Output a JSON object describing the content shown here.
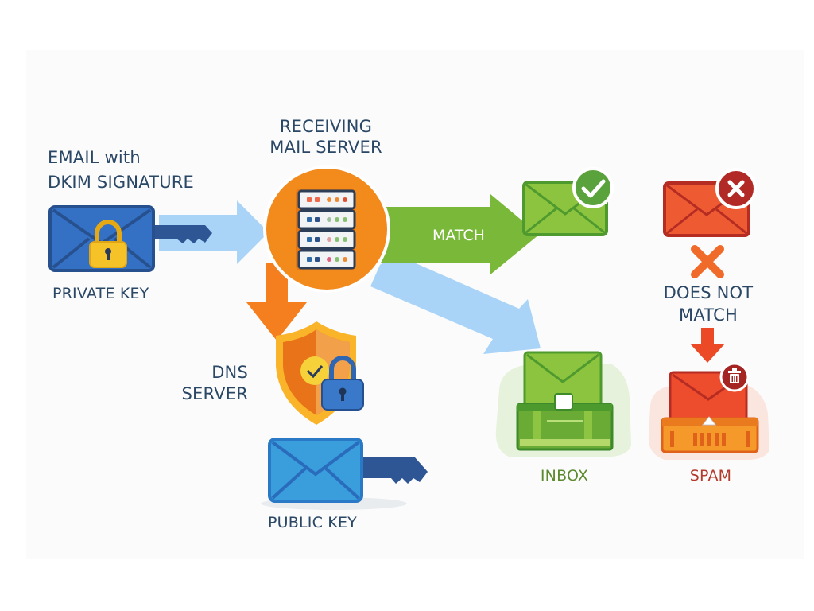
{
  "diagram": {
    "title": "DKIM email verification flow",
    "labels": {
      "email_line1": "EMAIL with",
      "email_line2": "DKIM SIGNATURE",
      "private_key": "PRIVATE KEY",
      "receiving_line1": "RECEIVING",
      "receiving_line2": "MAIL SERVER",
      "dns_line1": "DNS",
      "dns_line2": "SERVER",
      "public_key": "PUBLIC KEY",
      "match": "MATCH",
      "does_not_match_line1": "DOES NOT",
      "does_not_match_line2": "MATCH",
      "inbox": "INBOX",
      "spam": "SPAM"
    },
    "colors": {
      "text": "#2a4766",
      "blue_envelope": "#3470c4",
      "light_blue_arrow": "#a9d4f7",
      "server_orange": "#f28a1c",
      "match_green": "#7ab83a",
      "spam_red": "#e4462b",
      "inbox_label": "#5c8a2e",
      "spam_label": "#b33a2c"
    },
    "nodes": [
      {
        "id": "email",
        "icon": "envelope-with-padlock-and-key"
      },
      {
        "id": "receiving-server",
        "icon": "server-rack"
      },
      {
        "id": "dns-server",
        "icon": "shield-with-padlock"
      },
      {
        "id": "public-key",
        "icon": "envelope-with-key"
      },
      {
        "id": "match-email",
        "icon": "envelope-with-check"
      },
      {
        "id": "reject-email",
        "icon": "envelope-with-x"
      },
      {
        "id": "inbox",
        "icon": "inbox-tray-with-envelope"
      },
      {
        "id": "spam",
        "icon": "spam-tray-with-envelope-and-trash"
      }
    ],
    "edges": [
      {
        "from": "email",
        "to": "receiving-server"
      },
      {
        "from": "receiving-server",
        "to": "dns-server"
      },
      {
        "from": "receiving-server",
        "to": "match-email",
        "label": "MATCH"
      },
      {
        "from": "receiving-server",
        "to": "inbox"
      },
      {
        "from": "reject-email",
        "to": "spam",
        "label": "DOES NOT MATCH"
      }
    ]
  }
}
